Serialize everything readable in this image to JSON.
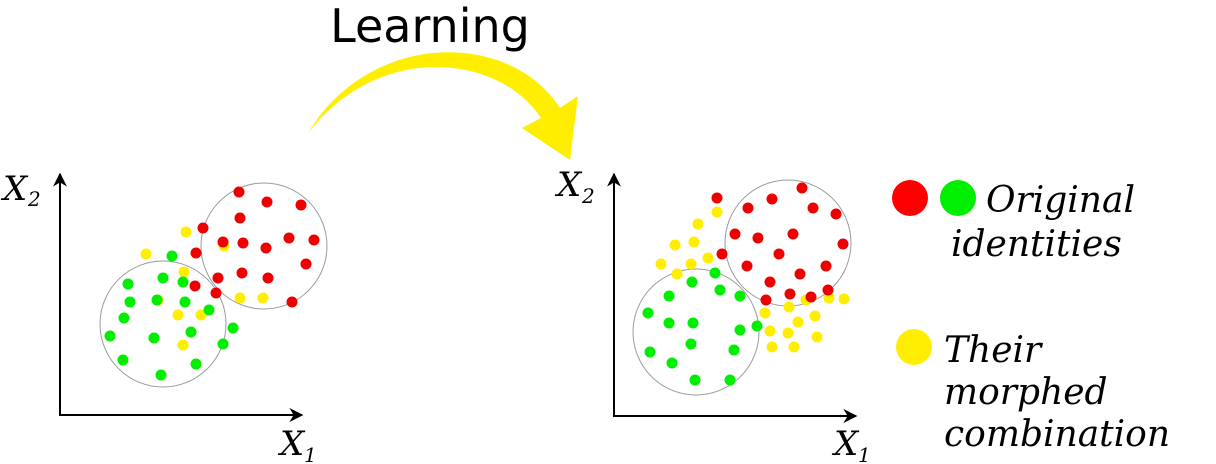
{
  "title": "Learning",
  "axes": {
    "x_letter": "X",
    "x_sub": "1",
    "y_letter": "X",
    "y_sub": "2"
  },
  "legend": {
    "original": {
      "line1": "Original",
      "line2": "identities",
      "colors": [
        "#ff0000",
        "#00ee00"
      ]
    },
    "morphed": {
      "line1": "Their",
      "line2": "morphed",
      "line3": "combination",
      "color": "#ffee00"
    }
  },
  "colors": {
    "red": "#ee0000",
    "green": "#00ee00",
    "yellow": "#ffee00",
    "arrow": "#ffee00",
    "circle": "#999999"
  },
  "panels": {
    "before": {
      "red": [
        [
          239,
          192
        ],
        [
          267,
          202
        ],
        [
          301,
          205
        ],
        [
          240,
          218
        ],
        [
          203,
          228
        ],
        [
          289,
          238
        ],
        [
          314,
          240
        ],
        [
          243,
          243
        ],
        [
          266,
          248
        ],
        [
          223,
          242
        ],
        [
          196,
          253
        ],
        [
          242,
          273
        ],
        [
          268,
          278
        ],
        [
          306,
          264
        ],
        [
          218,
          278
        ],
        [
          195,
          286
        ],
        [
          216,
          293
        ],
        [
          292,
          302
        ]
      ],
      "green": [
        [
          172,
          256
        ],
        [
          128,
          284
        ],
        [
          163,
          278
        ],
        [
          183,
          282
        ],
        [
          130,
          302
        ],
        [
          157,
          300
        ],
        [
          185,
          302
        ],
        [
          209,
          310
        ],
        [
          124,
          318
        ],
        [
          233,
          328
        ],
        [
          110,
          336
        ],
        [
          154,
          338
        ],
        [
          191,
          332
        ],
        [
          223,
          344
        ],
        [
          123,
          360
        ],
        [
          196,
          364
        ],
        [
          161,
          375
        ]
      ],
      "yellow": [
        [
          186,
          232
        ],
        [
          224,
          246
        ],
        [
          146,
          254
        ],
        [
          184,
          272
        ],
        [
          158,
          300
        ],
        [
          178,
          315
        ],
        [
          201,
          315
        ],
        [
          240,
          298
        ],
        [
          263,
          298
        ],
        [
          183,
          345
        ]
      ]
    },
    "after": {
      "red": [
        [
          802,
          188
        ],
        [
          717,
          198
        ],
        [
          772,
          199
        ],
        [
          748,
          208
        ],
        [
          813,
          208
        ],
        [
          836,
          214
        ],
        [
          735,
          234
        ],
        [
          758,
          238
        ],
        [
          793,
          234
        ],
        [
          843,
          244
        ],
        [
          722,
          254
        ],
        [
          779,
          254
        ],
        [
          826,
          266
        ],
        [
          747,
          266
        ],
        [
          800,
          274
        ],
        [
          770,
          282
        ],
        [
          766,
          300
        ],
        [
          790,
          294
        ],
        [
          828,
          290
        ],
        [
          811,
          297
        ]
      ],
      "green": [
        [
          715,
          273
        ],
        [
          692,
          282
        ],
        [
          720,
          290
        ],
        [
          669,
          296
        ],
        [
          740,
          296
        ],
        [
          648,
          313
        ],
        [
          669,
          323
        ],
        [
          693,
          323
        ],
        [
          757,
          326
        ],
        [
          740,
          330
        ],
        [
          691,
          344
        ],
        [
          650,
          352
        ],
        [
          734,
          350
        ],
        [
          672,
          363
        ],
        [
          695,
          380
        ],
        [
          730,
          380
        ]
      ],
      "yellow": [
        [
          717,
          212
        ],
        [
          698,
          224
        ],
        [
          675,
          245
        ],
        [
          694,
          242
        ],
        [
          661,
          264
        ],
        [
          691,
          264
        ],
        [
          708,
          258
        ],
        [
          677,
          274
        ],
        [
          765,
          313
        ],
        [
          789,
          307
        ],
        [
          806,
          300
        ],
        [
          829,
          298
        ],
        [
          844,
          299
        ],
        [
          798,
          322
        ],
        [
          815,
          316
        ],
        [
          770,
          331
        ],
        [
          788,
          333
        ],
        [
          817,
          337
        ],
        [
          772,
          347
        ],
        [
          794,
          347
        ]
      ]
    }
  }
}
